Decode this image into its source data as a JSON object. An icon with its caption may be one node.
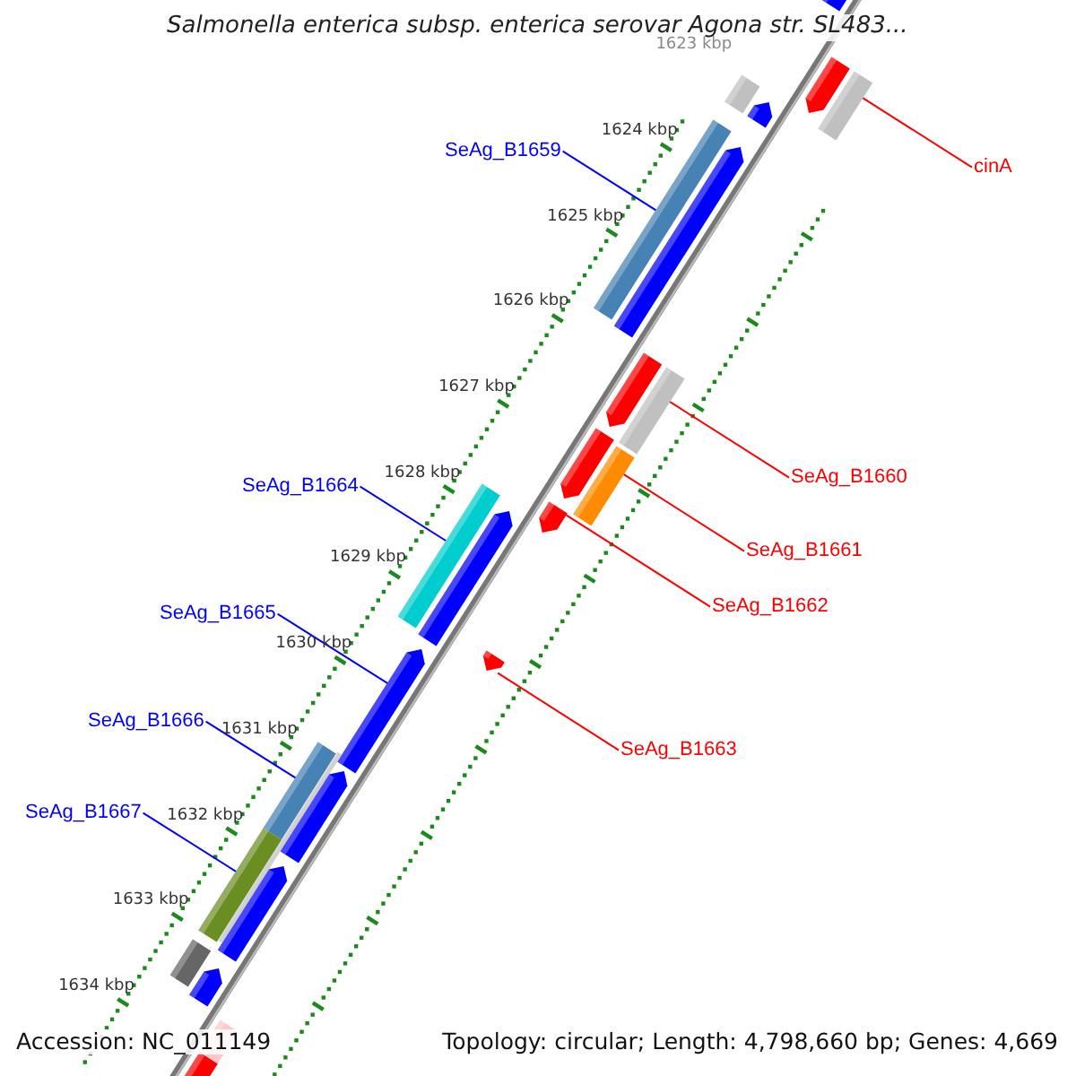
{
  "diagram": {
    "title": "Salmonella enterica subsp. enterica serovar Agona str. SL483...",
    "nodes": [
      {
        "text": [
          "cinA"
        ]
      },
      {
        "text": [],
        "shape": "bar"
      },
      {
        "text": [
          "SeAg_B1659"
        ]
      },
      {
        "text": [],
        "shape": "bar"
      },
      {
        "text": [
          "SeAg_B1660"
        ]
      },
      {
        "text": [],
        "shape": "bar"
      },
      {
        "text": [
          "SeAg_B1664"
        ]
      },
      {
        "text": [],
        "shape": "bar"
      },
      {
        "text": [
          "SeAg_B1661"
        ]
      },
      {
        "text": [],
        "shape": "bar"
      },
      {
        "text": [
          "SeAg_B1662"
        ]
      },
      {
        "text": [],
        "shape": "bar"
      },
      {
        "text": [
          "SeAg_B1665"
        ]
      },
      {
        "text": [],
        "shape": "bar"
      },
      {
        "text": [
          "SeAg_B1663"
        ]
      },
      {
        "text": [],
        "shape": "bar"
      },
      {
        "text": [
          "SeAg_B1666"
        ]
      },
      {
        "text": [],
        "shape": "bar"
      },
      {
        "text": [
          "SeAg_B1667"
        ]
      },
      {
        "text": [],
        "shape": "bar"
      }
    ],
    "edges": [
      {
        "from": 0,
        "to": 1,
        "arrow": "none",
        "color": "#ff0000"
      },
      {
        "from": 2,
        "to": 3,
        "arrow": "none",
        "color": "#0000ff"
      },
      {
        "from": 4,
        "to": 5,
        "arrow": "none",
        "color": "#ff0000"
      },
      {
        "from": 6,
        "to": 7,
        "arrow": "none",
        "color": "#0000ff"
      },
      {
        "from": 8,
        "to": 9,
        "arrow": "none",
        "color": "#ff0000"
      },
      {
        "from": 10,
        "to": 11,
        "arrow": "none",
        "color": "#ff0000"
      },
      {
        "from": 12,
        "to": 13,
        "arrow": "none",
        "color": "#0000ff"
      },
      {
        "from": 14,
        "to": 15,
        "arrow": "none",
        "color": "#ff0000"
      },
      {
        "from": 16,
        "to": 17,
        "arrow": "none",
        "color": "#0000ff"
      },
      {
        "from": 18,
        "to": 19,
        "arrow": "none",
        "color": "#0000ff"
      }
    ],
    "labels": [
      "1623 kbp",
      "1624 kbp",
      "1625 kbp",
      "1626 kbp",
      "1627 kbp",
      "1628 kbp",
      "1629 kbp",
      "1630 kbp",
      "1631 kbp",
      "1632 kbp",
      "1633 kbp",
      "1634 kbp",
      "Accession: NC_011149",
      "Topology: circular; Length: 4,798,660 bp; Genes: 4,669"
    ]
  }
}
